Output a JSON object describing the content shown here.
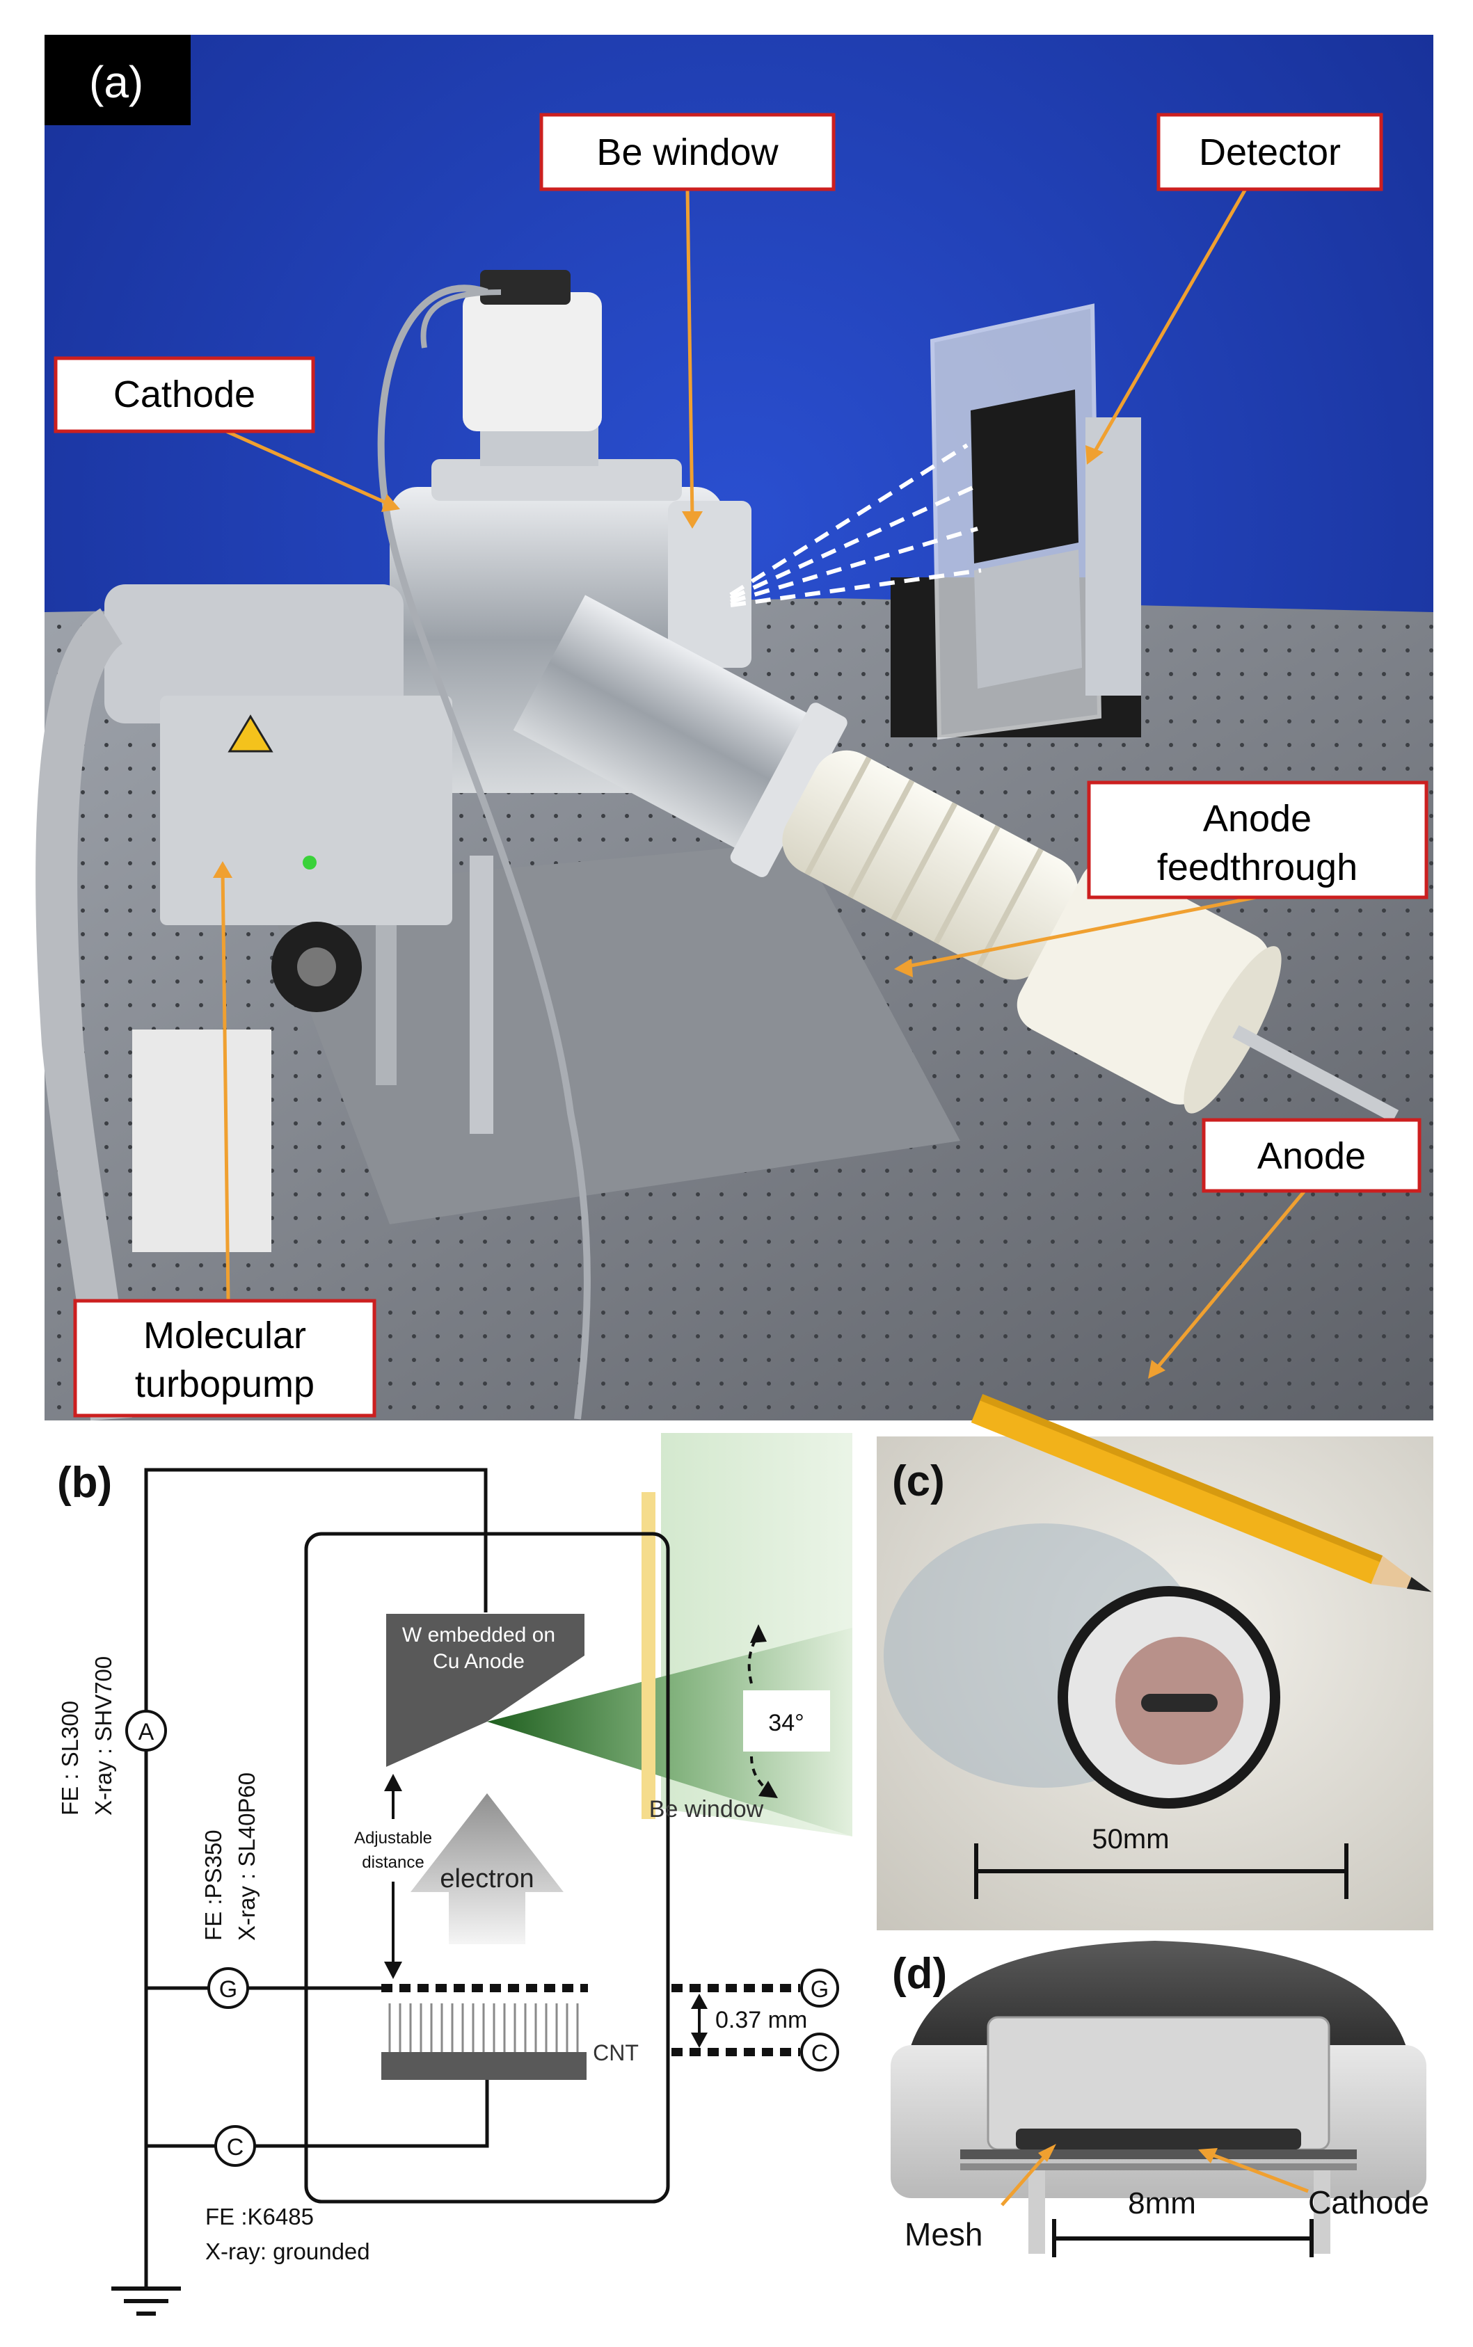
{
  "panel_a": {
    "tag": "(a)",
    "callouts": {
      "be_window": "Be window",
      "detector": "Detector",
      "cathode": "Cathode",
      "anode_feedthrough_1": "Anode",
      "anode_feedthrough_2": "feedthrough",
      "anode": "Anode",
      "turbopump_1": "Molecular",
      "turbopump_2": "turbopump"
    },
    "colors": {
      "callout_border": "#cc1f1f",
      "leader": "#f0a030",
      "backdrop": "#1f3aa8"
    }
  },
  "panel_b": {
    "tag": "(b)",
    "anode_label_1": "W embedded on",
    "anode_label_2": "Cu Anode",
    "angle": "34°",
    "be_window": "Be window",
    "adjustable_1": "Adjustable",
    "adjustable_2": "distance",
    "electron": "electron",
    "cnt": "CNT",
    "gap": "0.37 mm",
    "meter_a": "A",
    "meter_g": "G",
    "meter_c": "C",
    "fe_a": "FE : SL300",
    "xray_a": "X-ray : SHV700",
    "fe_g": "FE :PS350",
    "xray_g": "X-ray :  SL40P60",
    "fe_c": "FE :K6485",
    "xray_c": "X-ray: grounded",
    "colors": {
      "beam": "#2f7a2f",
      "window": "#f5dc8c"
    }
  },
  "panel_c": {
    "tag": "(c)",
    "scale": "50mm"
  },
  "panel_d": {
    "tag": "(d)",
    "scale": "8mm",
    "mesh": "Mesh",
    "cathode": "Cathode"
  }
}
